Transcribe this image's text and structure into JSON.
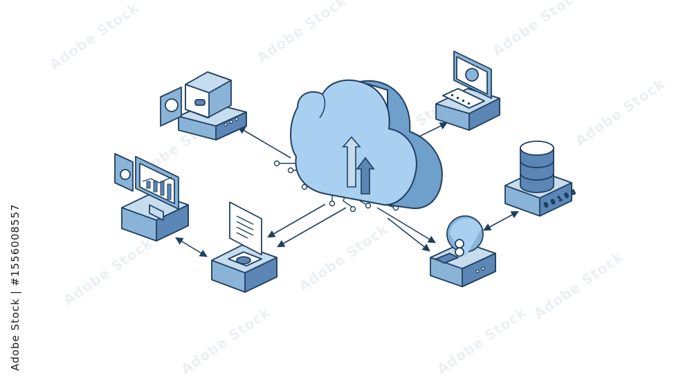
{
  "colors": {
    "stroke": "#1f3f5e",
    "cloud_light": "#a9d0f0",
    "cloud_side": "#6f9fcb",
    "face_light": "#c6dcef",
    "face_mid": "#8ab3d8",
    "face_dark": "#5b86b5",
    "white": "#ffffff"
  },
  "side_label": "Adobe Stock | #1556008557",
  "watermark": "Adobe Stock",
  "server_label": "0 0 1 0 8",
  "nodes": [
    {
      "name": "safe-node",
      "icon": "safe-icon"
    },
    {
      "name": "laptop-node",
      "icon": "laptop-icon"
    },
    {
      "name": "analytics-node",
      "icon": "chart-monitor-icon"
    },
    {
      "name": "document-node",
      "icon": "document-icon"
    },
    {
      "name": "security-camera-node",
      "icon": "camera-icon"
    },
    {
      "name": "database-node",
      "icon": "database-icon"
    }
  ]
}
